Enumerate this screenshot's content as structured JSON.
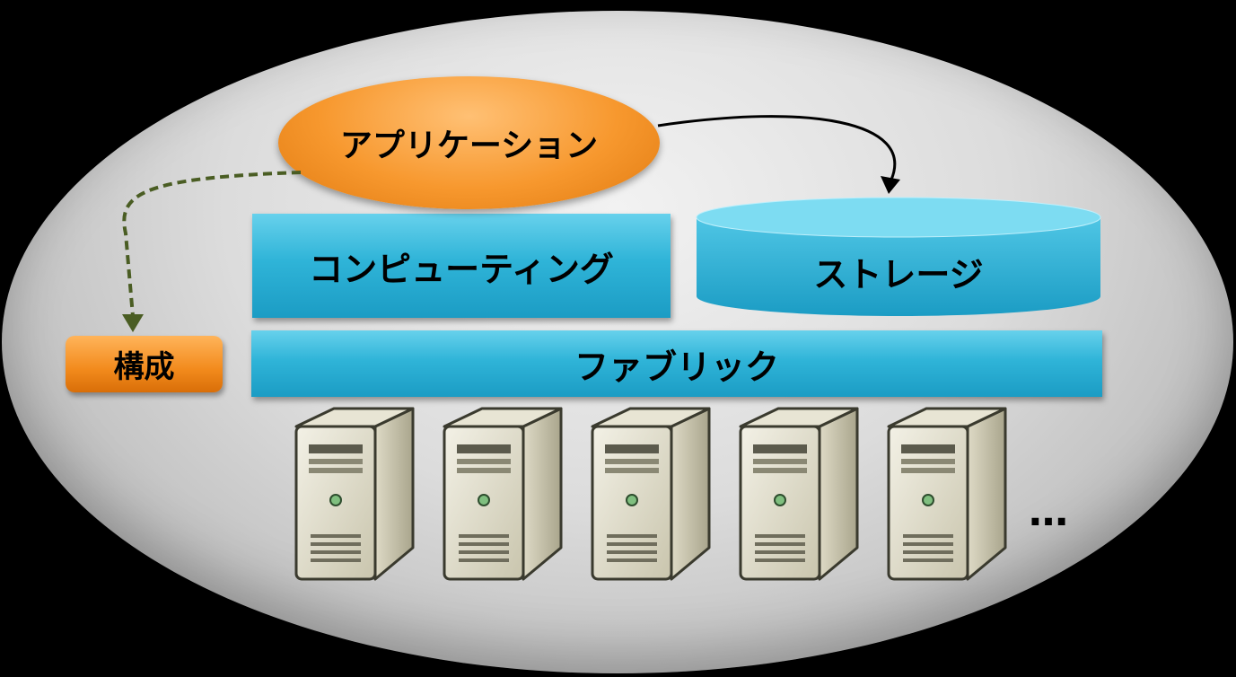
{
  "diagram": {
    "application_label": "アプリケーション",
    "computing_label": "コンピューティング",
    "storage_label": "ストレージ",
    "fabric_label": "ファブリック",
    "config_label": "構成",
    "ellipsis": "…",
    "server_count": 5
  },
  "colors": {
    "application": "#f7982e",
    "config": "#f28a1c",
    "blue_layer": "#2fb4d8",
    "dashed_arrow": "#4a5d23",
    "solid_arrow": "#000000"
  }
}
